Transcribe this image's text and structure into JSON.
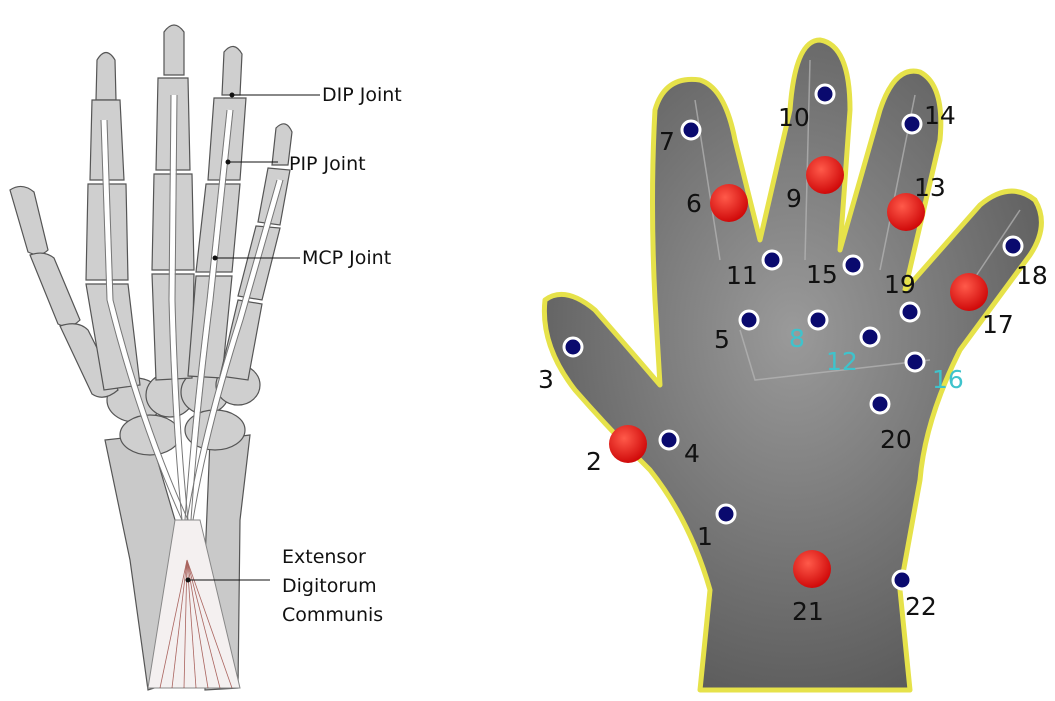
{
  "anatomy": {
    "labels": {
      "dip": "DIP Joint",
      "pip": "PIP Joint",
      "mcp": "MCP Joint",
      "extensor_line1": "Extensor",
      "extensor_line2": "Digitorum",
      "extensor_line3": "Communis"
    }
  },
  "glove": {
    "markers": [
      {
        "id": "1",
        "kind": "small",
        "label_color": "dark"
      },
      {
        "id": "2",
        "kind": "large",
        "label_color": "dark"
      },
      {
        "id": "3",
        "kind": "small",
        "label_color": "dark"
      },
      {
        "id": "4",
        "kind": "small",
        "label_color": "dark"
      },
      {
        "id": "5",
        "kind": "small",
        "label_color": "dark"
      },
      {
        "id": "6",
        "kind": "large",
        "label_color": "dark"
      },
      {
        "id": "7",
        "kind": "small",
        "label_color": "dark"
      },
      {
        "id": "8",
        "kind": "small",
        "label_color": "cyan"
      },
      {
        "id": "9",
        "kind": "large",
        "label_color": "dark"
      },
      {
        "id": "10",
        "kind": "small",
        "label_color": "dark"
      },
      {
        "id": "11",
        "kind": "small",
        "label_color": "dark"
      },
      {
        "id": "12",
        "kind": "small",
        "label_color": "cyan"
      },
      {
        "id": "13",
        "kind": "large",
        "label_color": "dark"
      },
      {
        "id": "14",
        "kind": "small",
        "label_color": "dark"
      },
      {
        "id": "15",
        "kind": "small",
        "label_color": "dark"
      },
      {
        "id": "16",
        "kind": "small",
        "label_color": "cyan"
      },
      {
        "id": "17",
        "kind": "large",
        "label_color": "dark"
      },
      {
        "id": "18",
        "kind": "small",
        "label_color": "dark"
      },
      {
        "id": "19",
        "kind": "small",
        "label_color": "dark"
      },
      {
        "id": "20",
        "kind": "small",
        "label_color": "dark"
      },
      {
        "id": "21",
        "kind": "large",
        "label_color": "dark"
      },
      {
        "id": "22",
        "kind": "small",
        "label_color": "dark"
      }
    ],
    "colors": {
      "large_marker": "#e41212",
      "small_marker_fill": "#0a0a6e",
      "small_marker_ring": "#ffffff",
      "glove": "#7a7a7a",
      "glove_outline": "#e6e24a",
      "cyan_label": "#3fc3cc"
    }
  }
}
